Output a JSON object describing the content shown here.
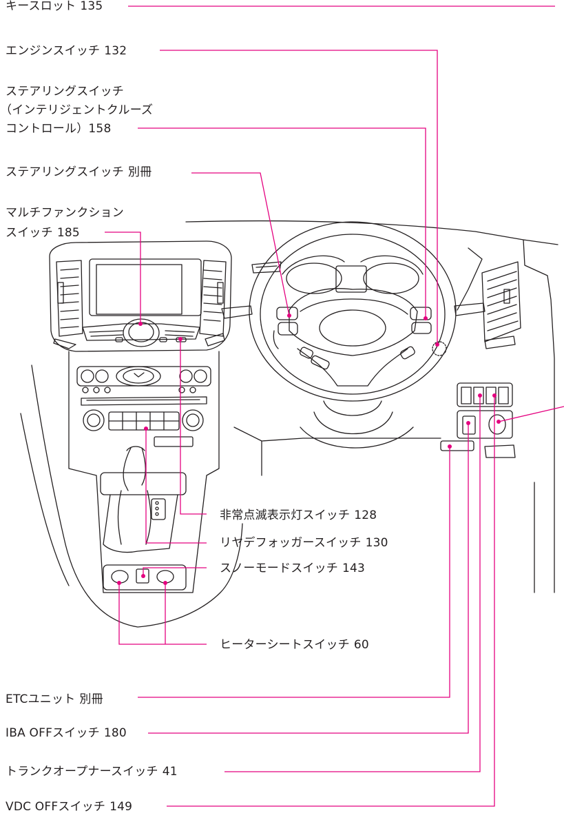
{
  "colors": {
    "leader": "#e4007f",
    "line_art": "#231f20",
    "background": "#ffffff"
  },
  "callouts": {
    "key_slot": {
      "name": "キースロット",
      "page": "135"
    },
    "engine_switch": {
      "name": "エンジンスイッチ",
      "page": "132"
    },
    "steering_icc": {
      "line1": "ステアリングスイッチ",
      "line2": "（インテリジェントクルーズ",
      "line3": "コントロール）",
      "page": "158"
    },
    "steering_switch": {
      "name": "ステアリングスイッチ",
      "page": "別冊"
    },
    "multifunction": {
      "line1": "マルチファンクション",
      "line2": "スイッチ",
      "page": "185"
    },
    "hazard": {
      "name": "非常点滅表示灯スイッチ",
      "page": "128"
    },
    "rear_defogger": {
      "name": "リヤデフォッガースイッチ",
      "page": "130"
    },
    "snow_mode": {
      "name": "スノーモードスイッチ",
      "page": "143"
    },
    "heater_seat": {
      "name": "ヒーターシートスイッチ",
      "page": "60"
    },
    "etc_unit": {
      "name": "ETCユニット",
      "page": "別冊"
    },
    "iba_off": {
      "name": "IBA OFFスイッチ",
      "page": "180"
    },
    "trunk_opener": {
      "name": "トランクオープナースイッチ",
      "page": "41"
    },
    "vdc_off": {
      "name": "VDC OFFスイッチ",
      "page": "149"
    }
  }
}
